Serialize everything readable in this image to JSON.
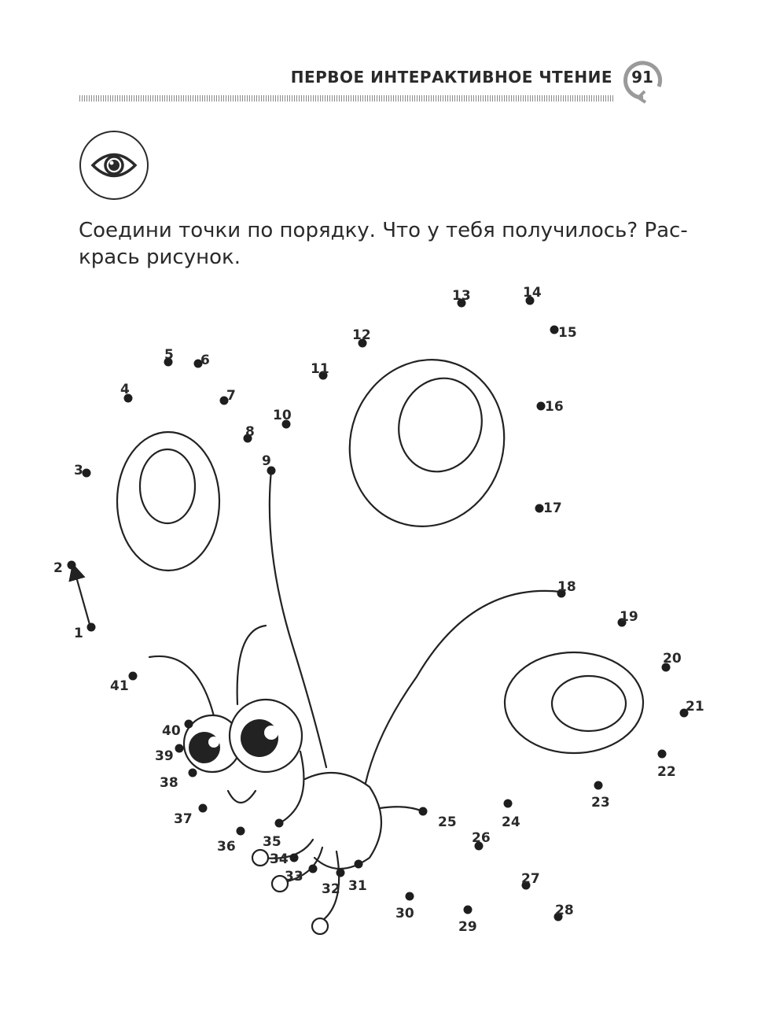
{
  "header": {
    "section_title": "ПЕРВОЕ ИНТЕРАКТИВНОЕ ЧТЕНИЕ",
    "page_number": "91"
  },
  "task": {
    "icon": "eye-icon",
    "instruction_line1": "Соедини точки по порядку. Что у тебя получилось? Рас-",
    "instruction_line2": "крась рисунок."
  },
  "puzzle": {
    "dots": [
      {
        "n": "1"
      },
      {
        "n": "2"
      },
      {
        "n": "3"
      },
      {
        "n": "4"
      },
      {
        "n": "5"
      },
      {
        "n": "6"
      },
      {
        "n": "7"
      },
      {
        "n": "8"
      },
      {
        "n": "9"
      },
      {
        "n": "10"
      },
      {
        "n": "11"
      },
      {
        "n": "12"
      },
      {
        "n": "13"
      },
      {
        "n": "14"
      },
      {
        "n": "15"
      },
      {
        "n": "16"
      },
      {
        "n": "17"
      },
      {
        "n": "18"
      },
      {
        "n": "19"
      },
      {
        "n": "20"
      },
      {
        "n": "21"
      },
      {
        "n": "22"
      },
      {
        "n": "23"
      },
      {
        "n": "24"
      },
      {
        "n": "25"
      },
      {
        "n": "26"
      },
      {
        "n": "27"
      },
      {
        "n": "28"
      },
      {
        "n": "29"
      },
      {
        "n": "30"
      },
      {
        "n": "31"
      },
      {
        "n": "32"
      },
      {
        "n": "33"
      },
      {
        "n": "34"
      },
      {
        "n": "35"
      },
      {
        "n": "36"
      },
      {
        "n": "37"
      },
      {
        "n": "38"
      },
      {
        "n": "39"
      },
      {
        "n": "40"
      },
      {
        "n": "41"
      }
    ]
  }
}
